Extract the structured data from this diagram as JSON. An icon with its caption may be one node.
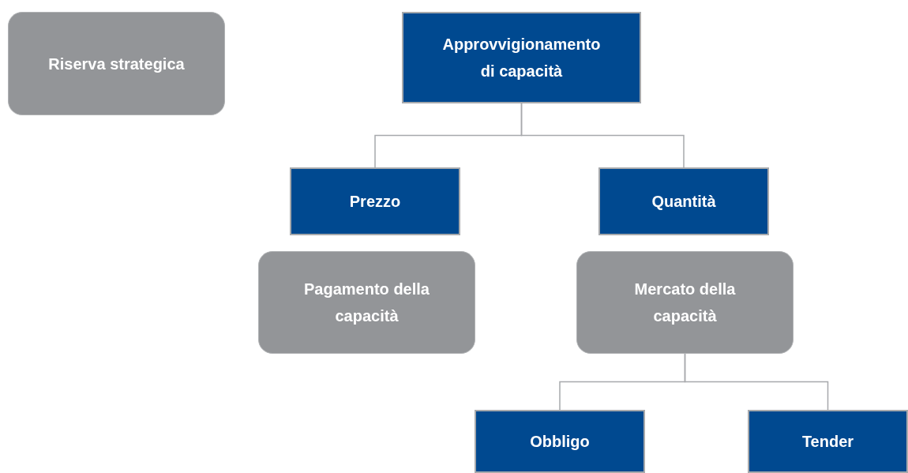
{
  "diagram": {
    "nodes": [
      {
        "text": [
          "Riserva strategica"
        ]
      },
      {
        "text": [
          "Approvvigionamento di capacità"
        ]
      },
      {
        "text": [
          "Prezzo"
        ]
      },
      {
        "text": [
          "Quantità"
        ]
      },
      {
        "text": [
          "Pagamento della capacità"
        ]
      },
      {
        "text": [
          "Mercato della capacità"
        ]
      },
      {
        "text": [
          "Obbligo"
        ]
      },
      {
        "text": [
          "Tender"
        ]
      }
    ],
    "edges": [
      {
        "from": 1,
        "to": 2,
        "arrow": "none"
      },
      {
        "from": 1,
        "to": 3,
        "arrow": "none"
      },
      {
        "from": 5,
        "to": 6,
        "arrow": "none"
      },
      {
        "from": 5,
        "to": 7,
        "arrow": "none"
      }
    ]
  }
}
